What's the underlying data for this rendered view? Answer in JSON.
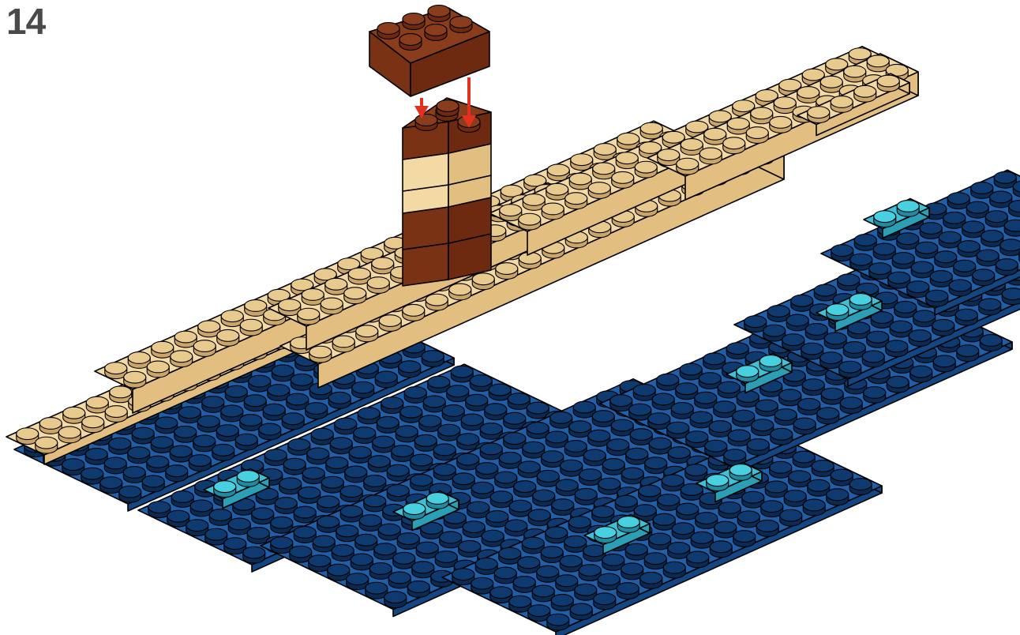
{
  "step": {
    "number": "14"
  },
  "colors": {
    "water_top": "#1f5fa9",
    "water_side": "#134783",
    "water_stud": "#0f3a70",
    "sand_top": "#f3d9a4",
    "sand_side": "#e2bf81",
    "sand_stud": "#e8c98e",
    "trans_top": "#3ec1d6",
    "trans_side": "#2a9fb5",
    "brown_top": "#8a3d1c",
    "brown_side": "#6e2a10",
    "brown_front": "#7a3214",
    "arrow": "#e0321e"
  },
  "icons": [
    "lego-brick-2x4-dark-red",
    "lego-brick-2x2-tower",
    "down-arrow-icon"
  ]
}
